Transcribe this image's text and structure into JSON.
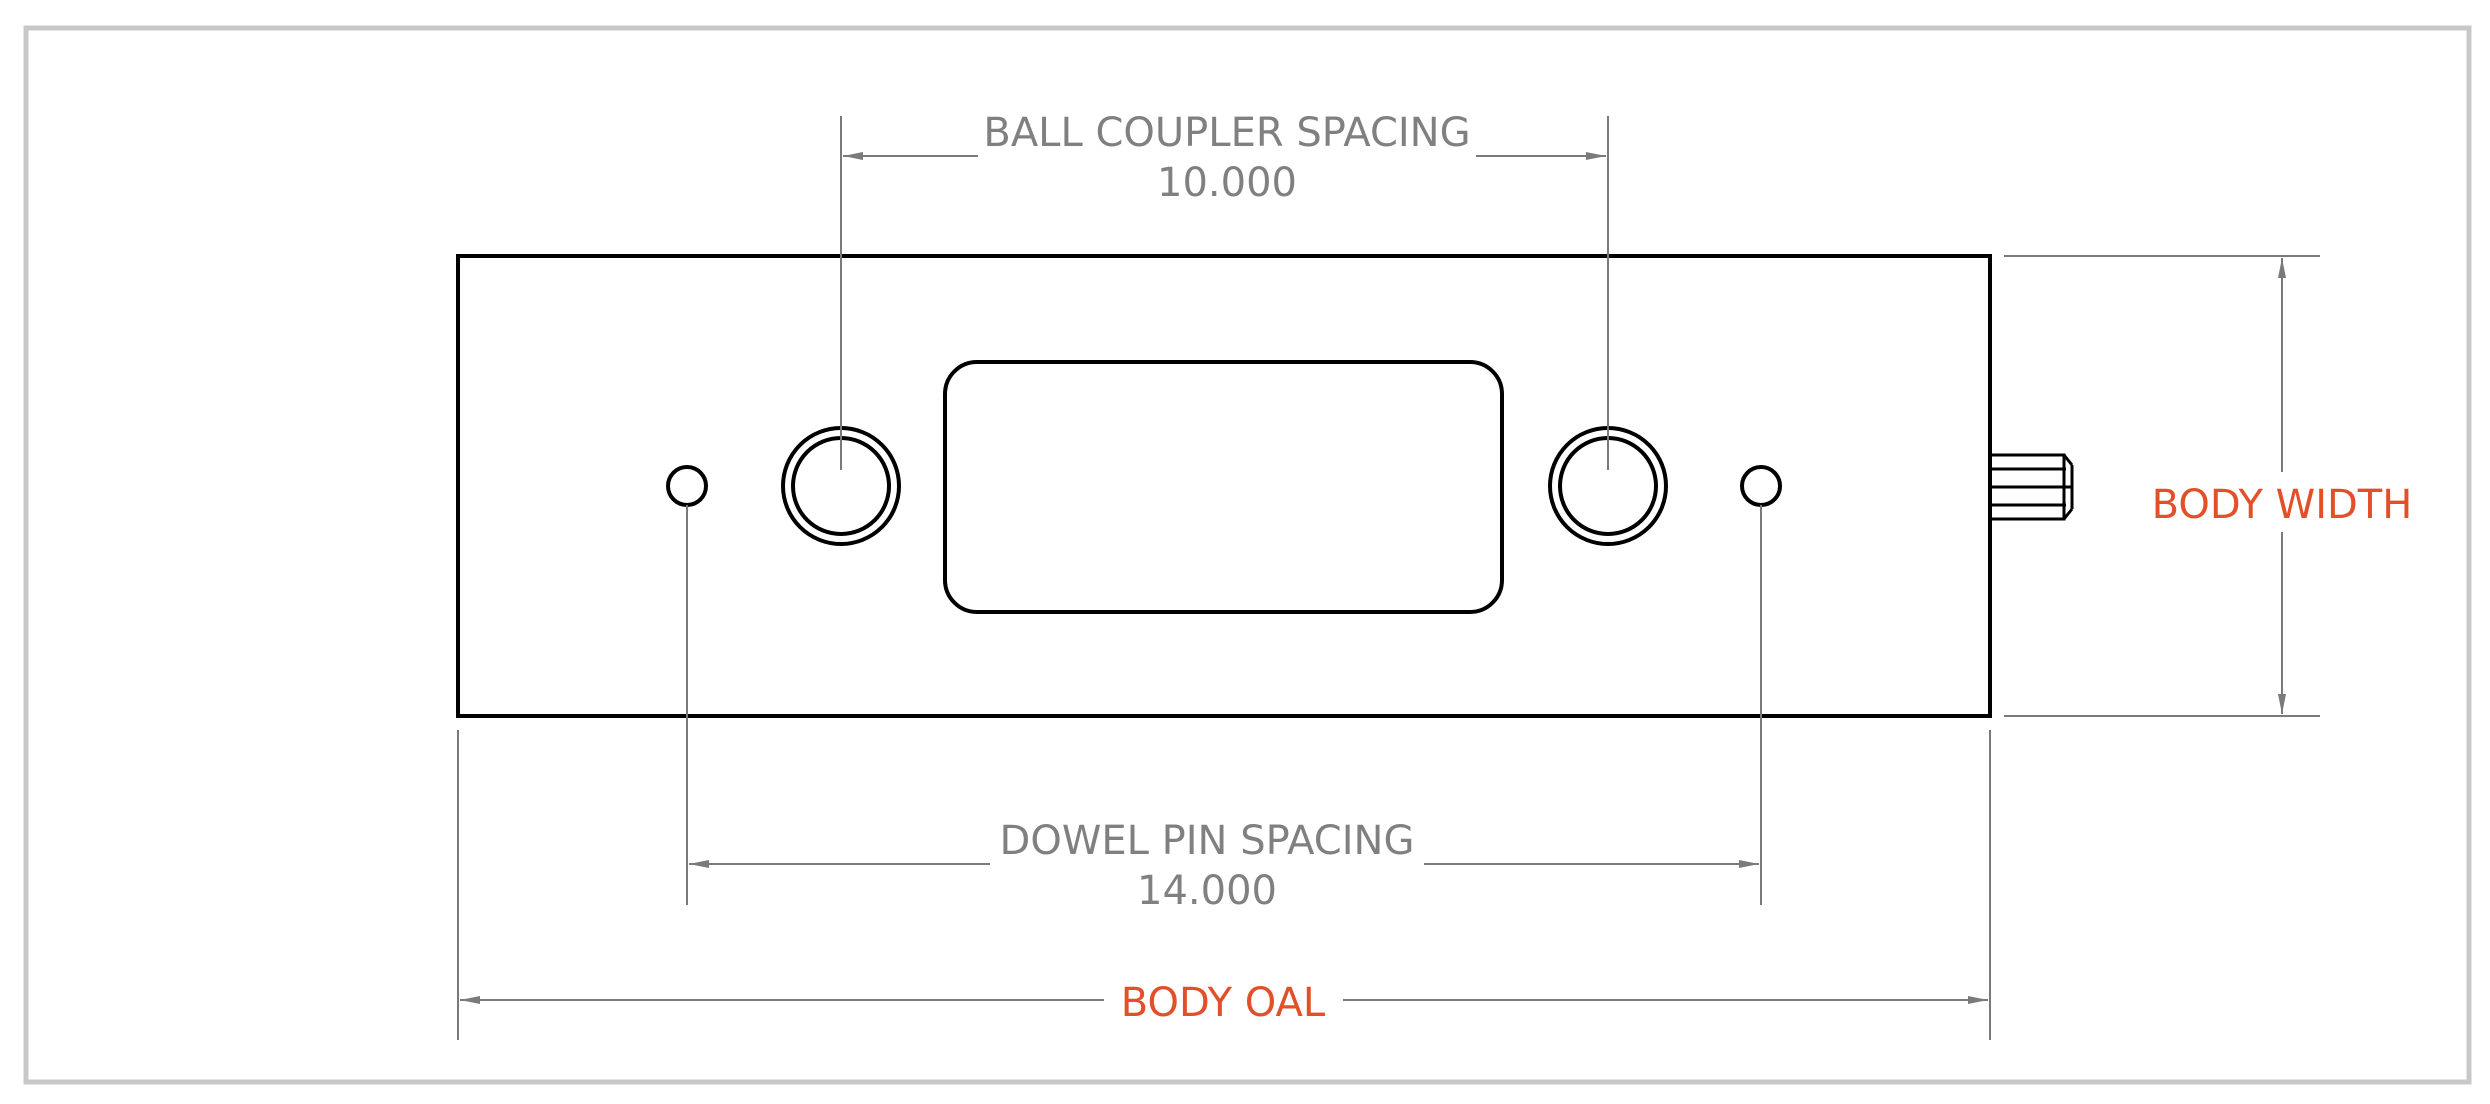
{
  "colors": {
    "frame": "#c8c8c8",
    "part_outline": "#000000",
    "dimension_line": "#7a7a7a",
    "dimension_text": "#808080",
    "callout_text": "#e2502a"
  },
  "dimensions": {
    "ball_coupler": {
      "label": "BALL COUPLER SPACING",
      "value": "10.000"
    },
    "dowel_pin": {
      "label": "DOWEL PIN SPACING",
      "value": "14.000"
    },
    "body_width": {
      "label": "BODY WIDTH"
    },
    "body_oal": {
      "label": "BODY OAL"
    }
  }
}
